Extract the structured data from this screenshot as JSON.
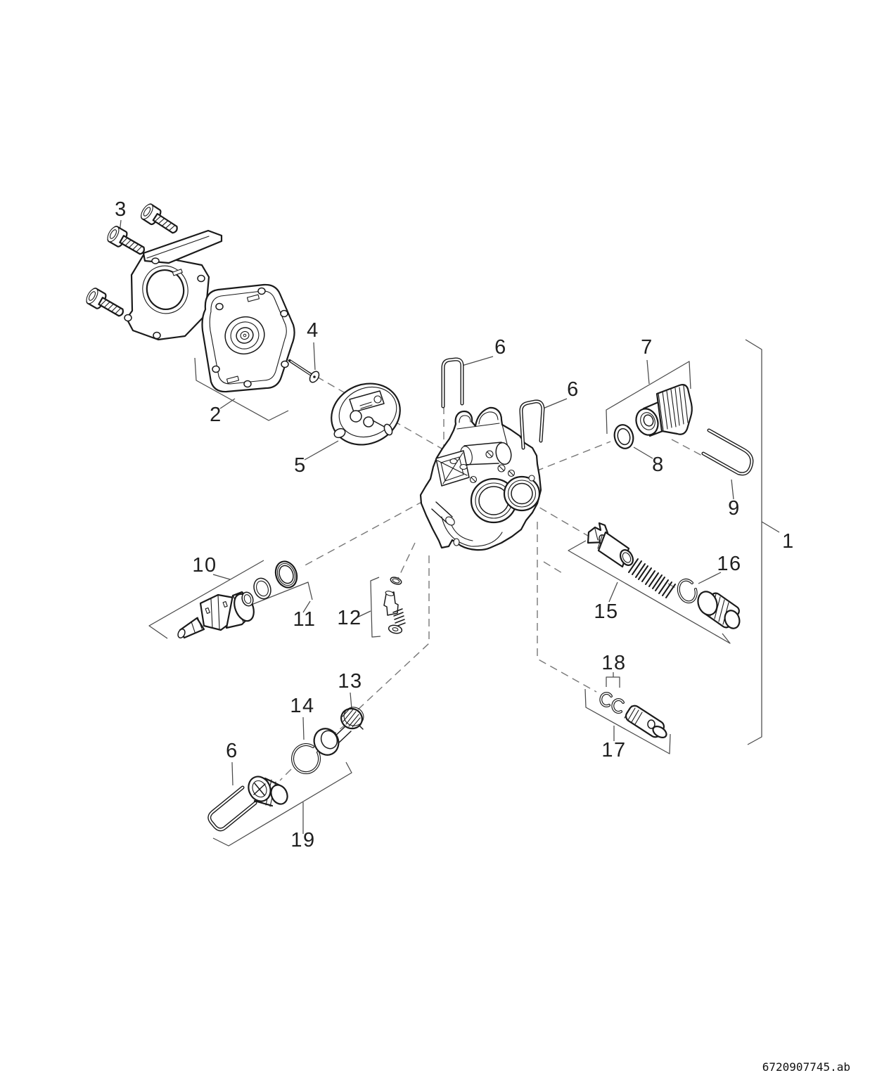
{
  "meta": {
    "code": "6720907745.ab"
  },
  "callouts": {
    "1": "1",
    "2": "2",
    "3": "3",
    "4": "4",
    "5": "5",
    "6a": "6",
    "6b": "6",
    "6c": "6",
    "7": "7",
    "8": "8",
    "9": "9",
    "10": "10",
    "11": "11",
    "12": "12",
    "13": "13",
    "14": "14",
    "15": "15",
    "16": "16",
    "17": "17",
    "18": "18",
    "19": "19"
  },
  "colors": {
    "ink": "#1a1a1a",
    "leader": "#4a4a4a",
    "dash": "#787878",
    "background": "#ffffff"
  }
}
